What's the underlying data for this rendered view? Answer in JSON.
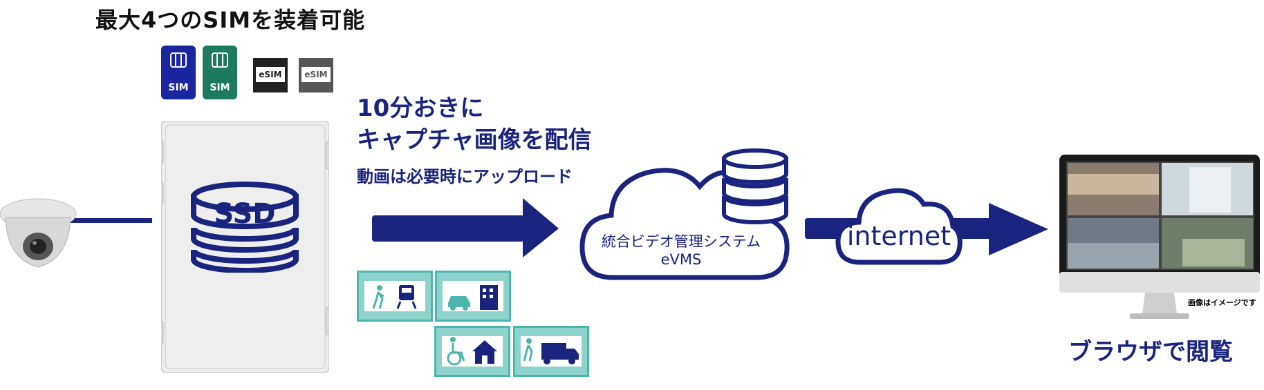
{
  "title": "最大4つのSIMを装着可能",
  "sims": [
    {
      "label": "SIM",
      "color": "#1a25a0"
    },
    {
      "label": "SIM",
      "color": "#1e7a5e"
    },
    {
      "label": "eSIM",
      "color": "#222222"
    },
    {
      "label": "eSIM",
      "color": "#555555"
    }
  ],
  "device": {
    "ssd_label": "SSD"
  },
  "capture": {
    "line1": "10分おきに",
    "line2": "キャプチャ画像を配信",
    "sub": "動画は必要時にアップロード"
  },
  "cloud": {
    "line1": "統合ビデオ管理システム",
    "line2": "eVMS"
  },
  "internet_label": "internet",
  "monitor_note": "画像はイメージです",
  "browse_label": "ブラウザで閲覧",
  "colors": {
    "navy": "#1a237e",
    "teal": "#4db6ac",
    "film_bg": "#8ed3cb"
  },
  "film_icons": [
    [
      "walking-person",
      "train"
    ],
    [
      "car",
      "building"
    ],
    [
      "wheelchair",
      "house"
    ],
    [
      "walking-person",
      "truck"
    ]
  ]
}
